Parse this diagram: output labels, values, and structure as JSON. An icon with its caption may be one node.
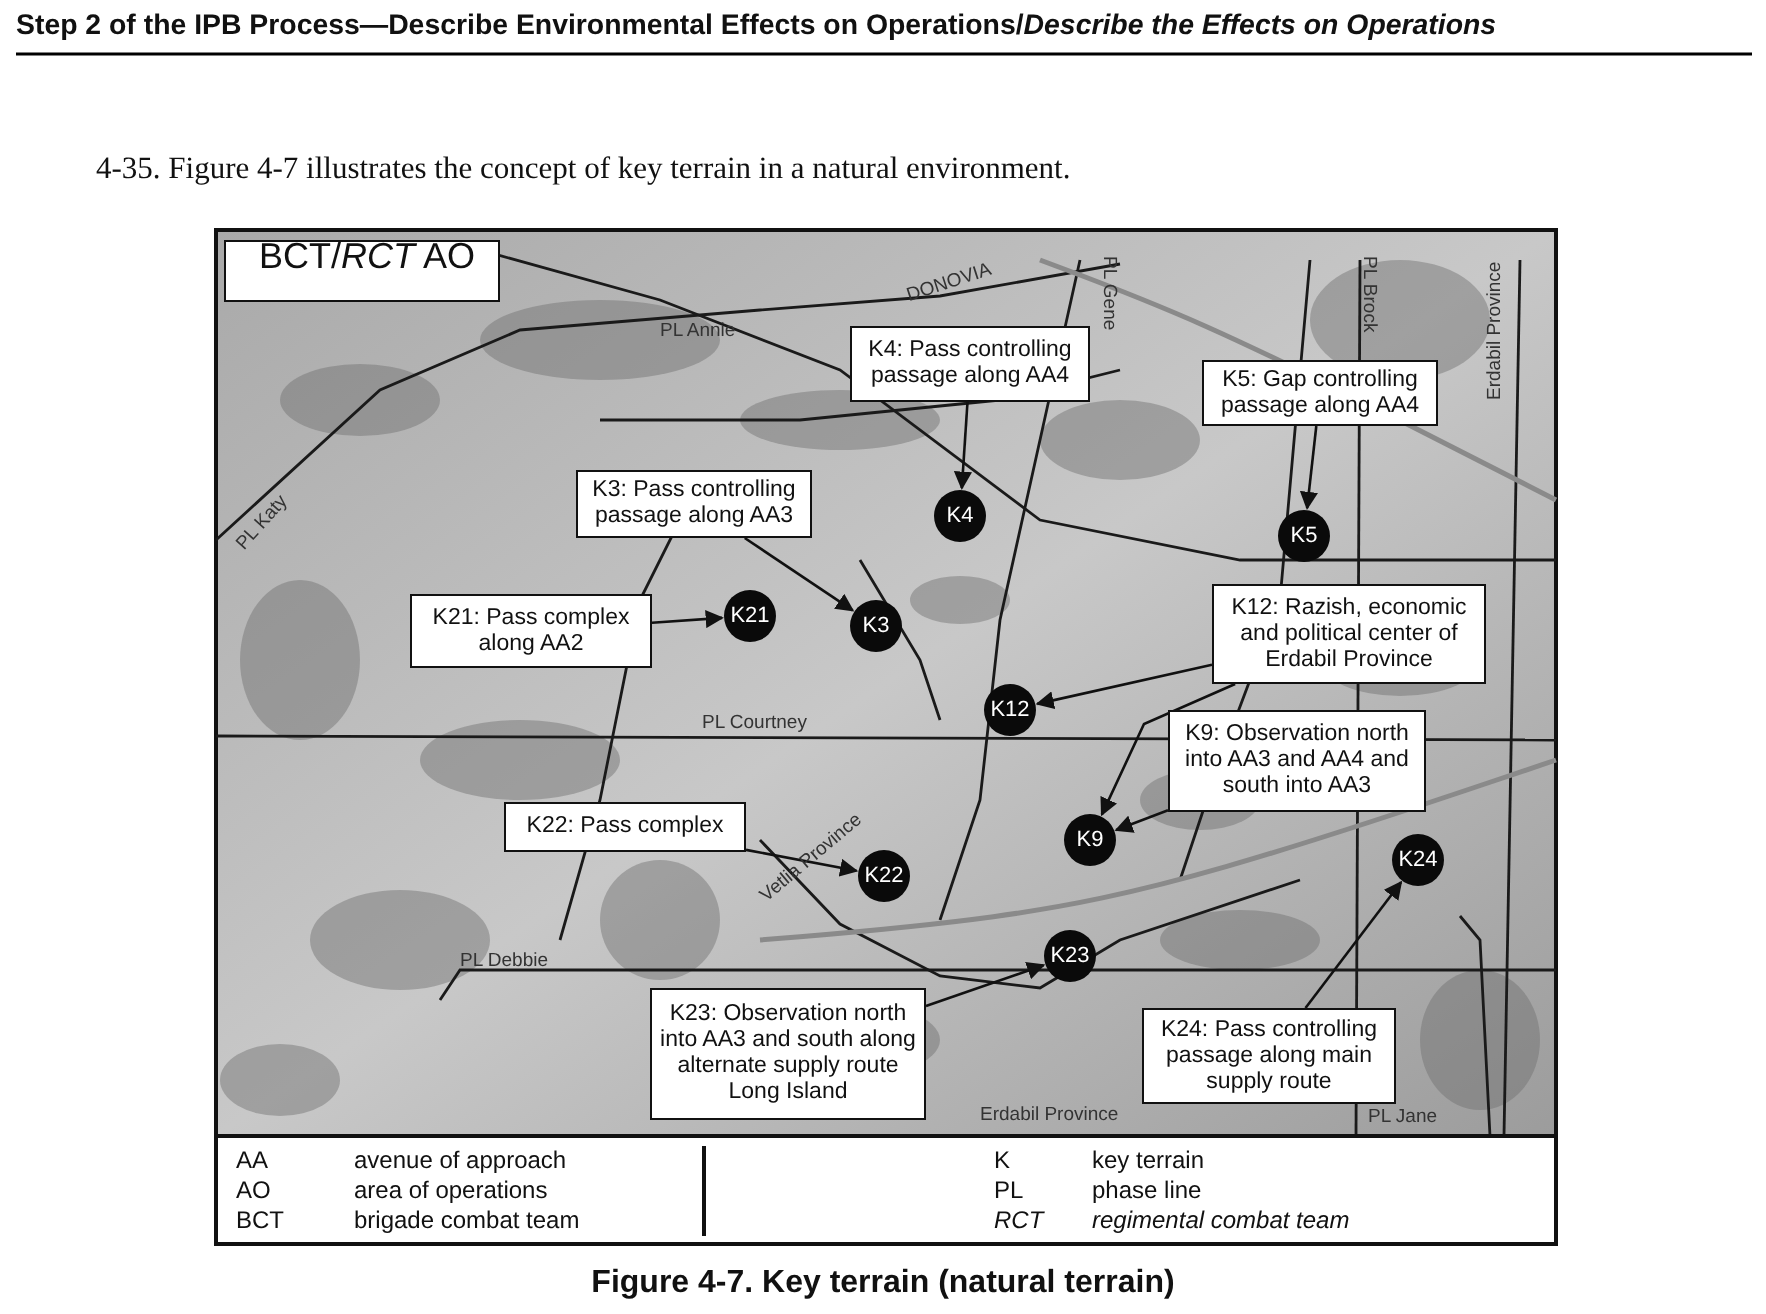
{
  "diagram": {
    "caption": "Figure 4-7. Key terrain (natural terrain)",
    "nodes": [
      {
        "text": [
          "BCT/*RCT* AO"
        ]
      },
      {
        "text": [
          "K4: Pass controlling passage along AA4"
        ]
      },
      {
        "text": [
          "K5: Gap controlling passage along AA4"
        ]
      },
      {
        "text": [
          "K4"
        ]
      },
      {
        "text": [
          "K3: Pass controlling passage along AA3"
        ]
      },
      {
        "text": [
          "K5"
        ]
      },
      {
        "text": [
          "K21: Pass complex along AA2"
        ]
      },
      {
        "text": [
          "K21"
        ]
      },
      {
        "text": [
          "K3"
        ]
      },
      {
        "text": [
          "K12: Razish, economic and political center of Erdabil Province"
        ]
      },
      {
        "text": [
          "K12"
        ]
      },
      {
        "text": [
          "K9: Observation north into AA3 and AA4 and south into AA3"
        ]
      },
      {
        "text": [
          "K9"
        ]
      },
      {
        "text": [
          "K22: Pass complex"
        ]
      },
      {
        "text": [
          "K22"
        ]
      },
      {
        "text": [
          "K23"
        ]
      },
      {
        "text": [
          "K24"
        ]
      },
      {
        "text": [
          "K23: Observation north into AA3 and south along alternate supply route Long Island"
        ]
      },
      {
        "text": [
          "K24: Pass controlling passage along main supply route"
        ]
      }
    ],
    "edges": [
      {
        "from": 1,
        "to": 3,
        "arrow": "to"
      },
      {
        "from": 2,
        "to": 5,
        "arrow": "to"
      },
      {
        "from": 4,
        "to": 8,
        "arrow": "to"
      },
      {
        "from": 6,
        "to": 7,
        "arrow": "to"
      },
      {
        "from": 9,
        "to": 10,
        "arrow": "to"
      },
      {
        "from": 9,
        "to": 12,
        "arrow": "to"
      },
      {
        "from": 11,
        "to": 12,
        "arrow": "to"
      },
      {
        "from": 13,
        "to": 14,
        "arrow": "to"
      },
      {
        "from": 17,
        "to": 15,
        "arrow": "to"
      },
      {
        "from": 18,
        "to": 16,
        "arrow": "to"
      }
    ],
    "labels": [
      "Step 2 of the IPB Process—Describe Environmental Effects on Operations/*Describe the Effects on Operations*",
      "4-35. Figure 4-7 illustrates the concept of key terrain in a natural environment.",
      "DONOVIA",
      "PL Annie",
      "PL Gene",
      "PL Brock",
      "PL Katy",
      "Erdabil Province",
      "PL Courtney",
      "Vetlia Province",
      "PL Debbie",
      "Erdabil Province",
      "PL Jane",
      "AA",
      "avenue of approach",
      "K",
      "key terrain",
      "AO",
      "area of operations",
      "PL",
      "phase line",
      "BCT",
      "brigade combat team",
      "RCT",
      "regimental combat team"
    ]
  }
}
